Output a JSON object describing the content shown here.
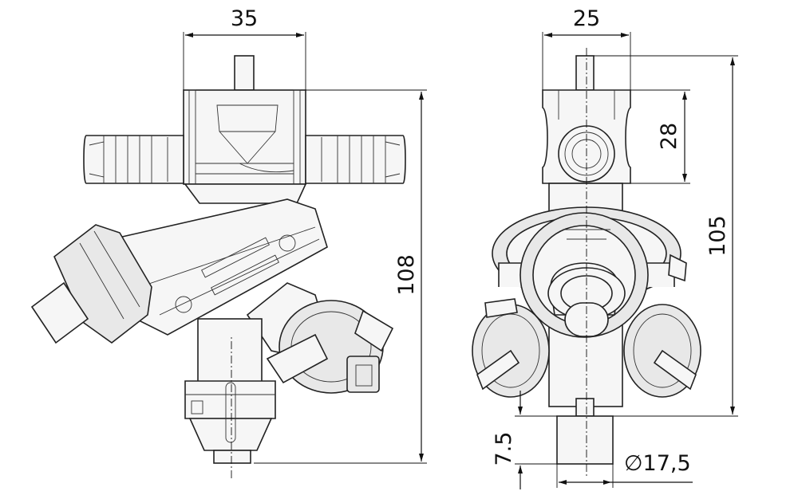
{
  "drawing": {
    "left_view": {
      "dimensions": {
        "width_top": "35",
        "height_total": "108"
      }
    },
    "right_view": {
      "dimensions": {
        "width_top": "25",
        "body_height": "28",
        "height_total": "105",
        "bottom_offset": "7.5",
        "outlet_diameter": "∅17,5"
      }
    }
  }
}
